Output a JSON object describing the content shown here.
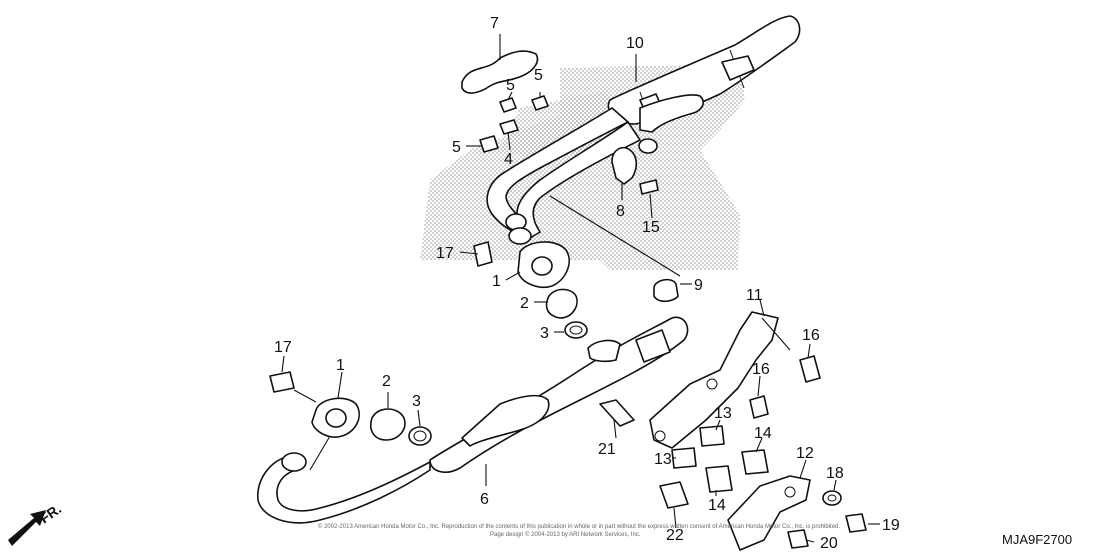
{
  "drawing_id": "MJA9F2700",
  "direction_mark": "FR.",
  "copyright_line1": "© 2002-2013 American Honda Motor Co., Inc. Reproduction of the contents of this publication in whole or in part without the express written consent of American Honda Motor Co., Inc. is prohibited.",
  "copyright_line2": "Page design © 2004-2013 by ARI Network Services, Inc.",
  "callouts": [
    {
      "id": "c7",
      "text": "7"
    },
    {
      "id": "c10",
      "text": "10"
    },
    {
      "id": "c5a",
      "text": "5"
    },
    {
      "id": "c5b",
      "text": "5"
    },
    {
      "id": "c5c",
      "text": "5"
    },
    {
      "id": "c4",
      "text": "4"
    },
    {
      "id": "c8",
      "text": "8"
    },
    {
      "id": "c15",
      "text": "15"
    },
    {
      "id": "c17a",
      "text": "17"
    },
    {
      "id": "c1a",
      "text": "1"
    },
    {
      "id": "c2a",
      "text": "2"
    },
    {
      "id": "c3a",
      "text": "3"
    },
    {
      "id": "c9",
      "text": "9"
    },
    {
      "id": "c11",
      "text": "11"
    },
    {
      "id": "c16a",
      "text": "16"
    },
    {
      "id": "c16b",
      "text": "16"
    },
    {
      "id": "c17b",
      "text": "17"
    },
    {
      "id": "c1b",
      "text": "1"
    },
    {
      "id": "c2b",
      "text": "2"
    },
    {
      "id": "c3b",
      "text": "3"
    },
    {
      "id": "c13a",
      "text": "13"
    },
    {
      "id": "c13b",
      "text": "13"
    },
    {
      "id": "c14a",
      "text": "14"
    },
    {
      "id": "c14b",
      "text": "14"
    },
    {
      "id": "c12",
      "text": "12"
    },
    {
      "id": "c21",
      "text": "21"
    },
    {
      "id": "c6",
      "text": "6"
    },
    {
      "id": "c18",
      "text": "18"
    },
    {
      "id": "c19",
      "text": "19"
    },
    {
      "id": "c22",
      "text": "22"
    },
    {
      "id": "c20",
      "text": "20"
    }
  ]
}
